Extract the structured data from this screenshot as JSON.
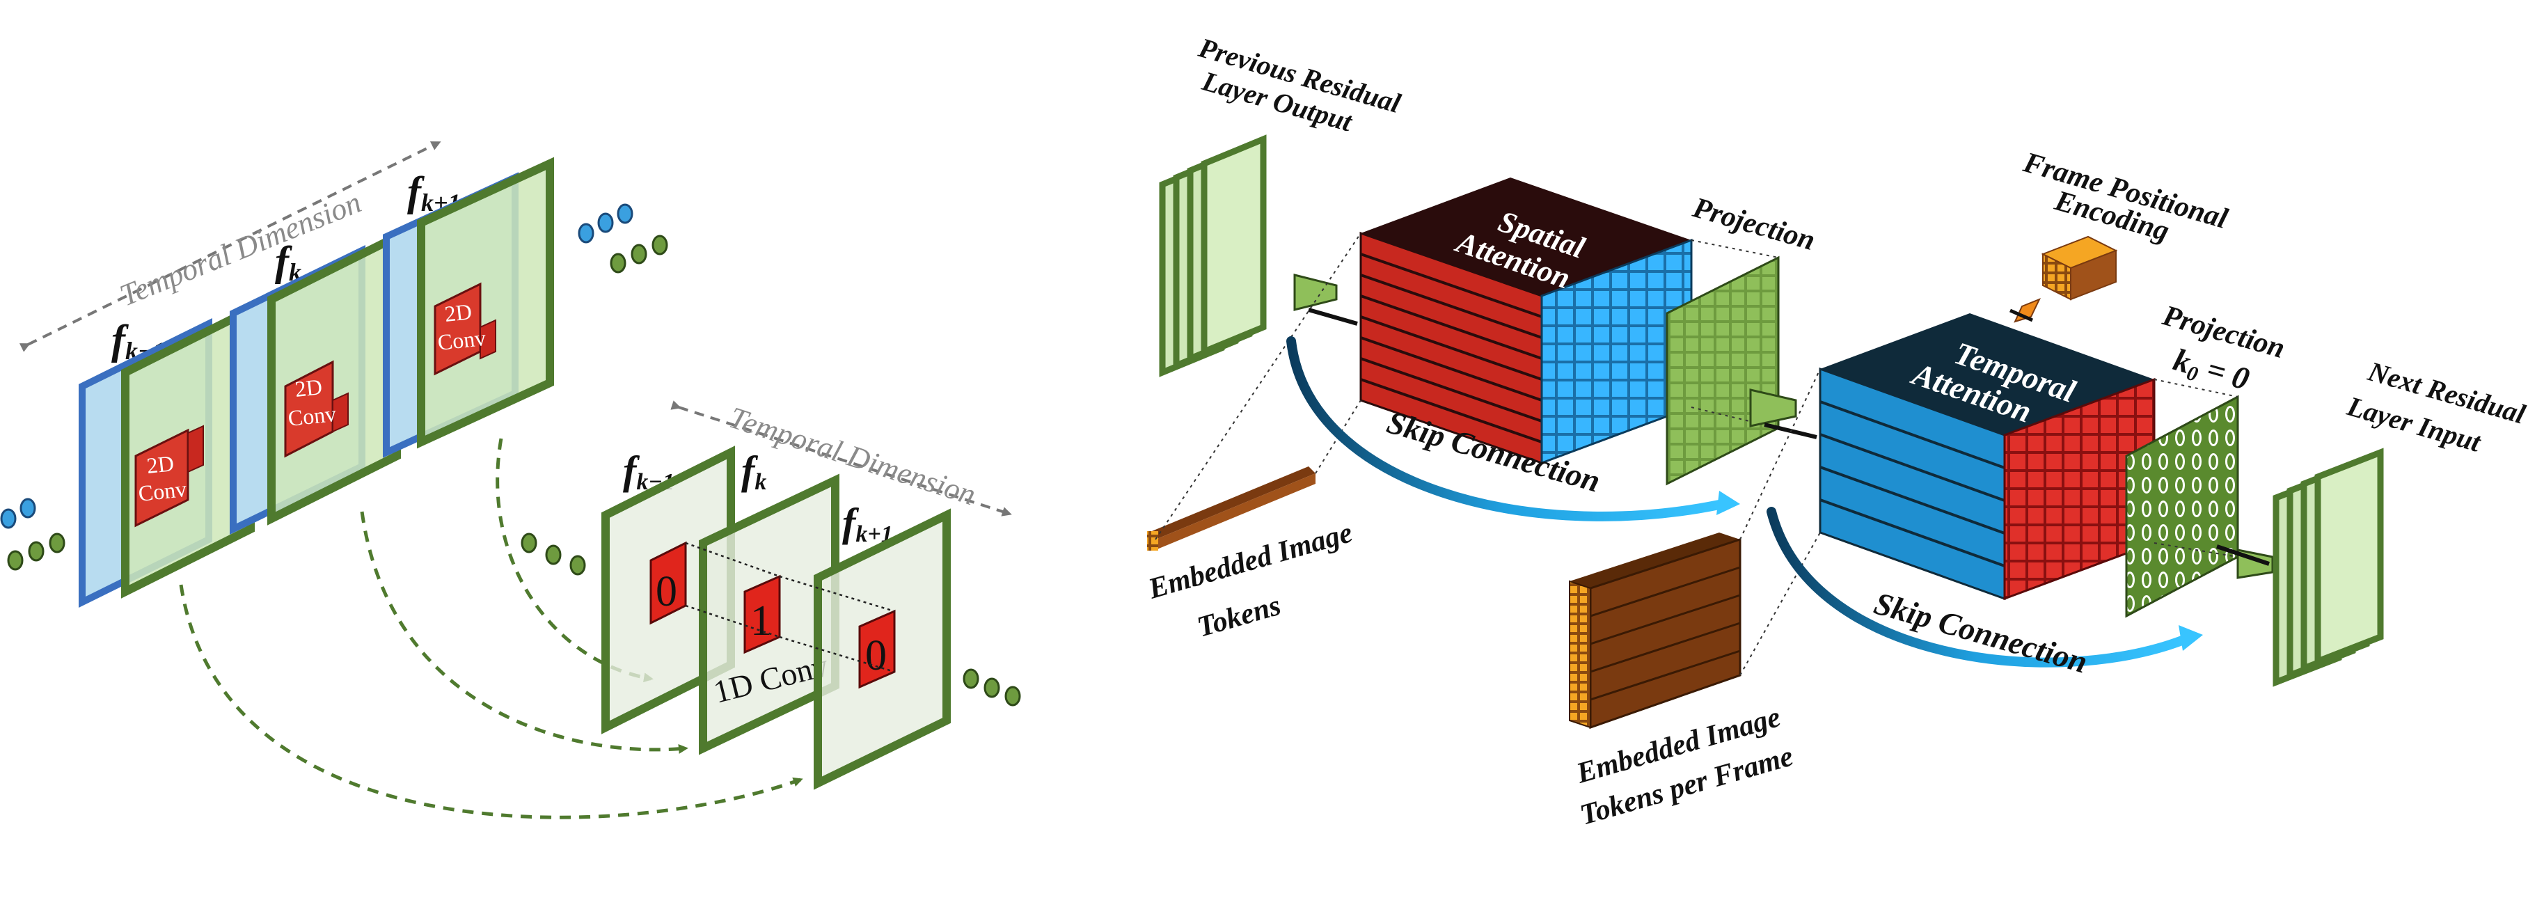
{
  "left": {
    "temporal_label_top": "Temporal Dimension",
    "temporal_label_bottom": "Temporal Dimension",
    "frame_labels": [
      "f",
      "f",
      "f"
    ],
    "frame_subs": [
      "k−1",
      "k",
      "k+1"
    ],
    "conv2d": [
      "2D",
      "Conv"
    ],
    "conv1d": "1D Conv",
    "digits": [
      "0",
      "1",
      "0"
    ]
  },
  "right": {
    "prev_residual": [
      "Previous Residual",
      "Layer Output"
    ],
    "spatial_attention": [
      "Spatial",
      "Attention"
    ],
    "projection_1": "Projection",
    "frame_pos_enc": [
      "Frame Positional",
      "Encoding"
    ],
    "temporal_attention": [
      "Temporal",
      "Attention"
    ],
    "projection_2": "Projection",
    "k0_eq": "k",
    "k0_sub": "0",
    "k0_val": " = 0",
    "next_residual": [
      "Next Residual",
      "Layer Input"
    ],
    "skip_connection_1": "Skip Connection",
    "skip_connection_2": "Skip Connection",
    "embedded_tokens": [
      "Embedded Image",
      "Tokens"
    ],
    "embedded_tokens_frame": [
      "Embedded Image",
      "Tokens per Frame"
    ]
  },
  "colors": {
    "green_frame": "#4f7a2e",
    "green_fill": "#cfe8b8",
    "blue_frame": "#3a6fc0",
    "blue_fill": "#cfe7f5",
    "red": "#c8281f",
    "dark_red": "#2a0c0c",
    "teal_blue": "#1f8fd0",
    "navy": "#0f2a3a",
    "brown": "#7a3a10",
    "orange": "#f5a623"
  }
}
